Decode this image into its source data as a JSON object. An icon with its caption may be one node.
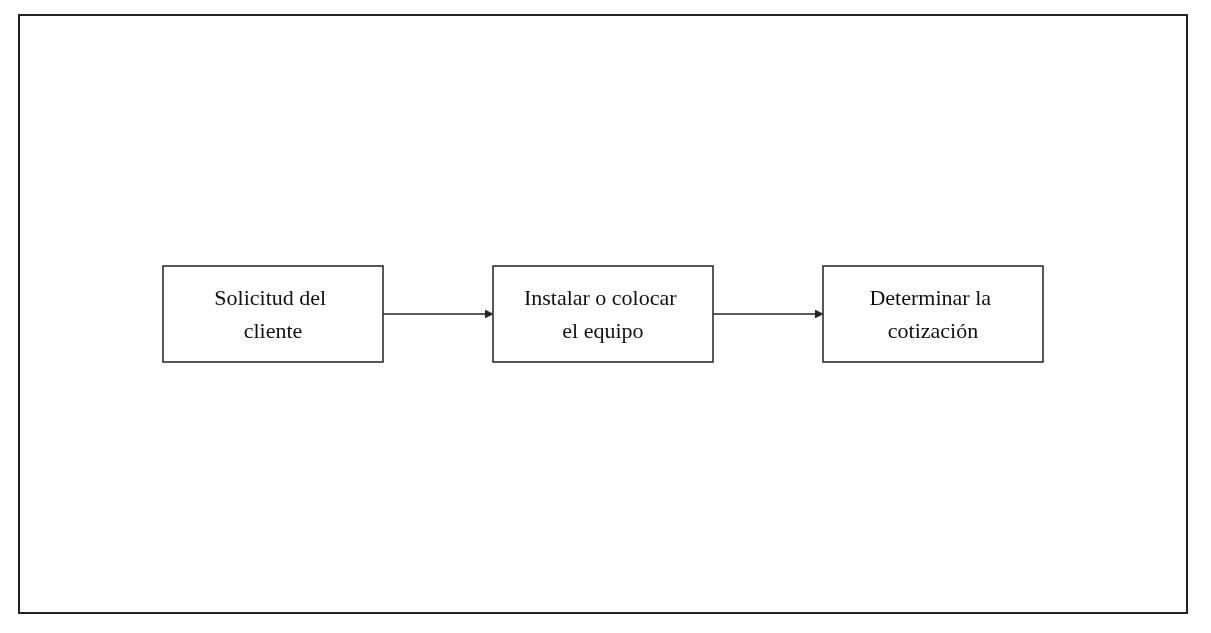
{
  "diagram": {
    "nodes": [
      {
        "text": [
          "Solicitud del cliente"
        ]
      },
      {
        "text": [
          "Instalar o colocar el equipo"
        ]
      },
      {
        "text": [
          "Determinar la cotización"
        ]
      }
    ],
    "edges": [
      {
        "from": 0,
        "to": 1,
        "arrow": "to"
      },
      {
        "from": 1,
        "to": 2,
        "arrow": "to"
      }
    ]
  }
}
